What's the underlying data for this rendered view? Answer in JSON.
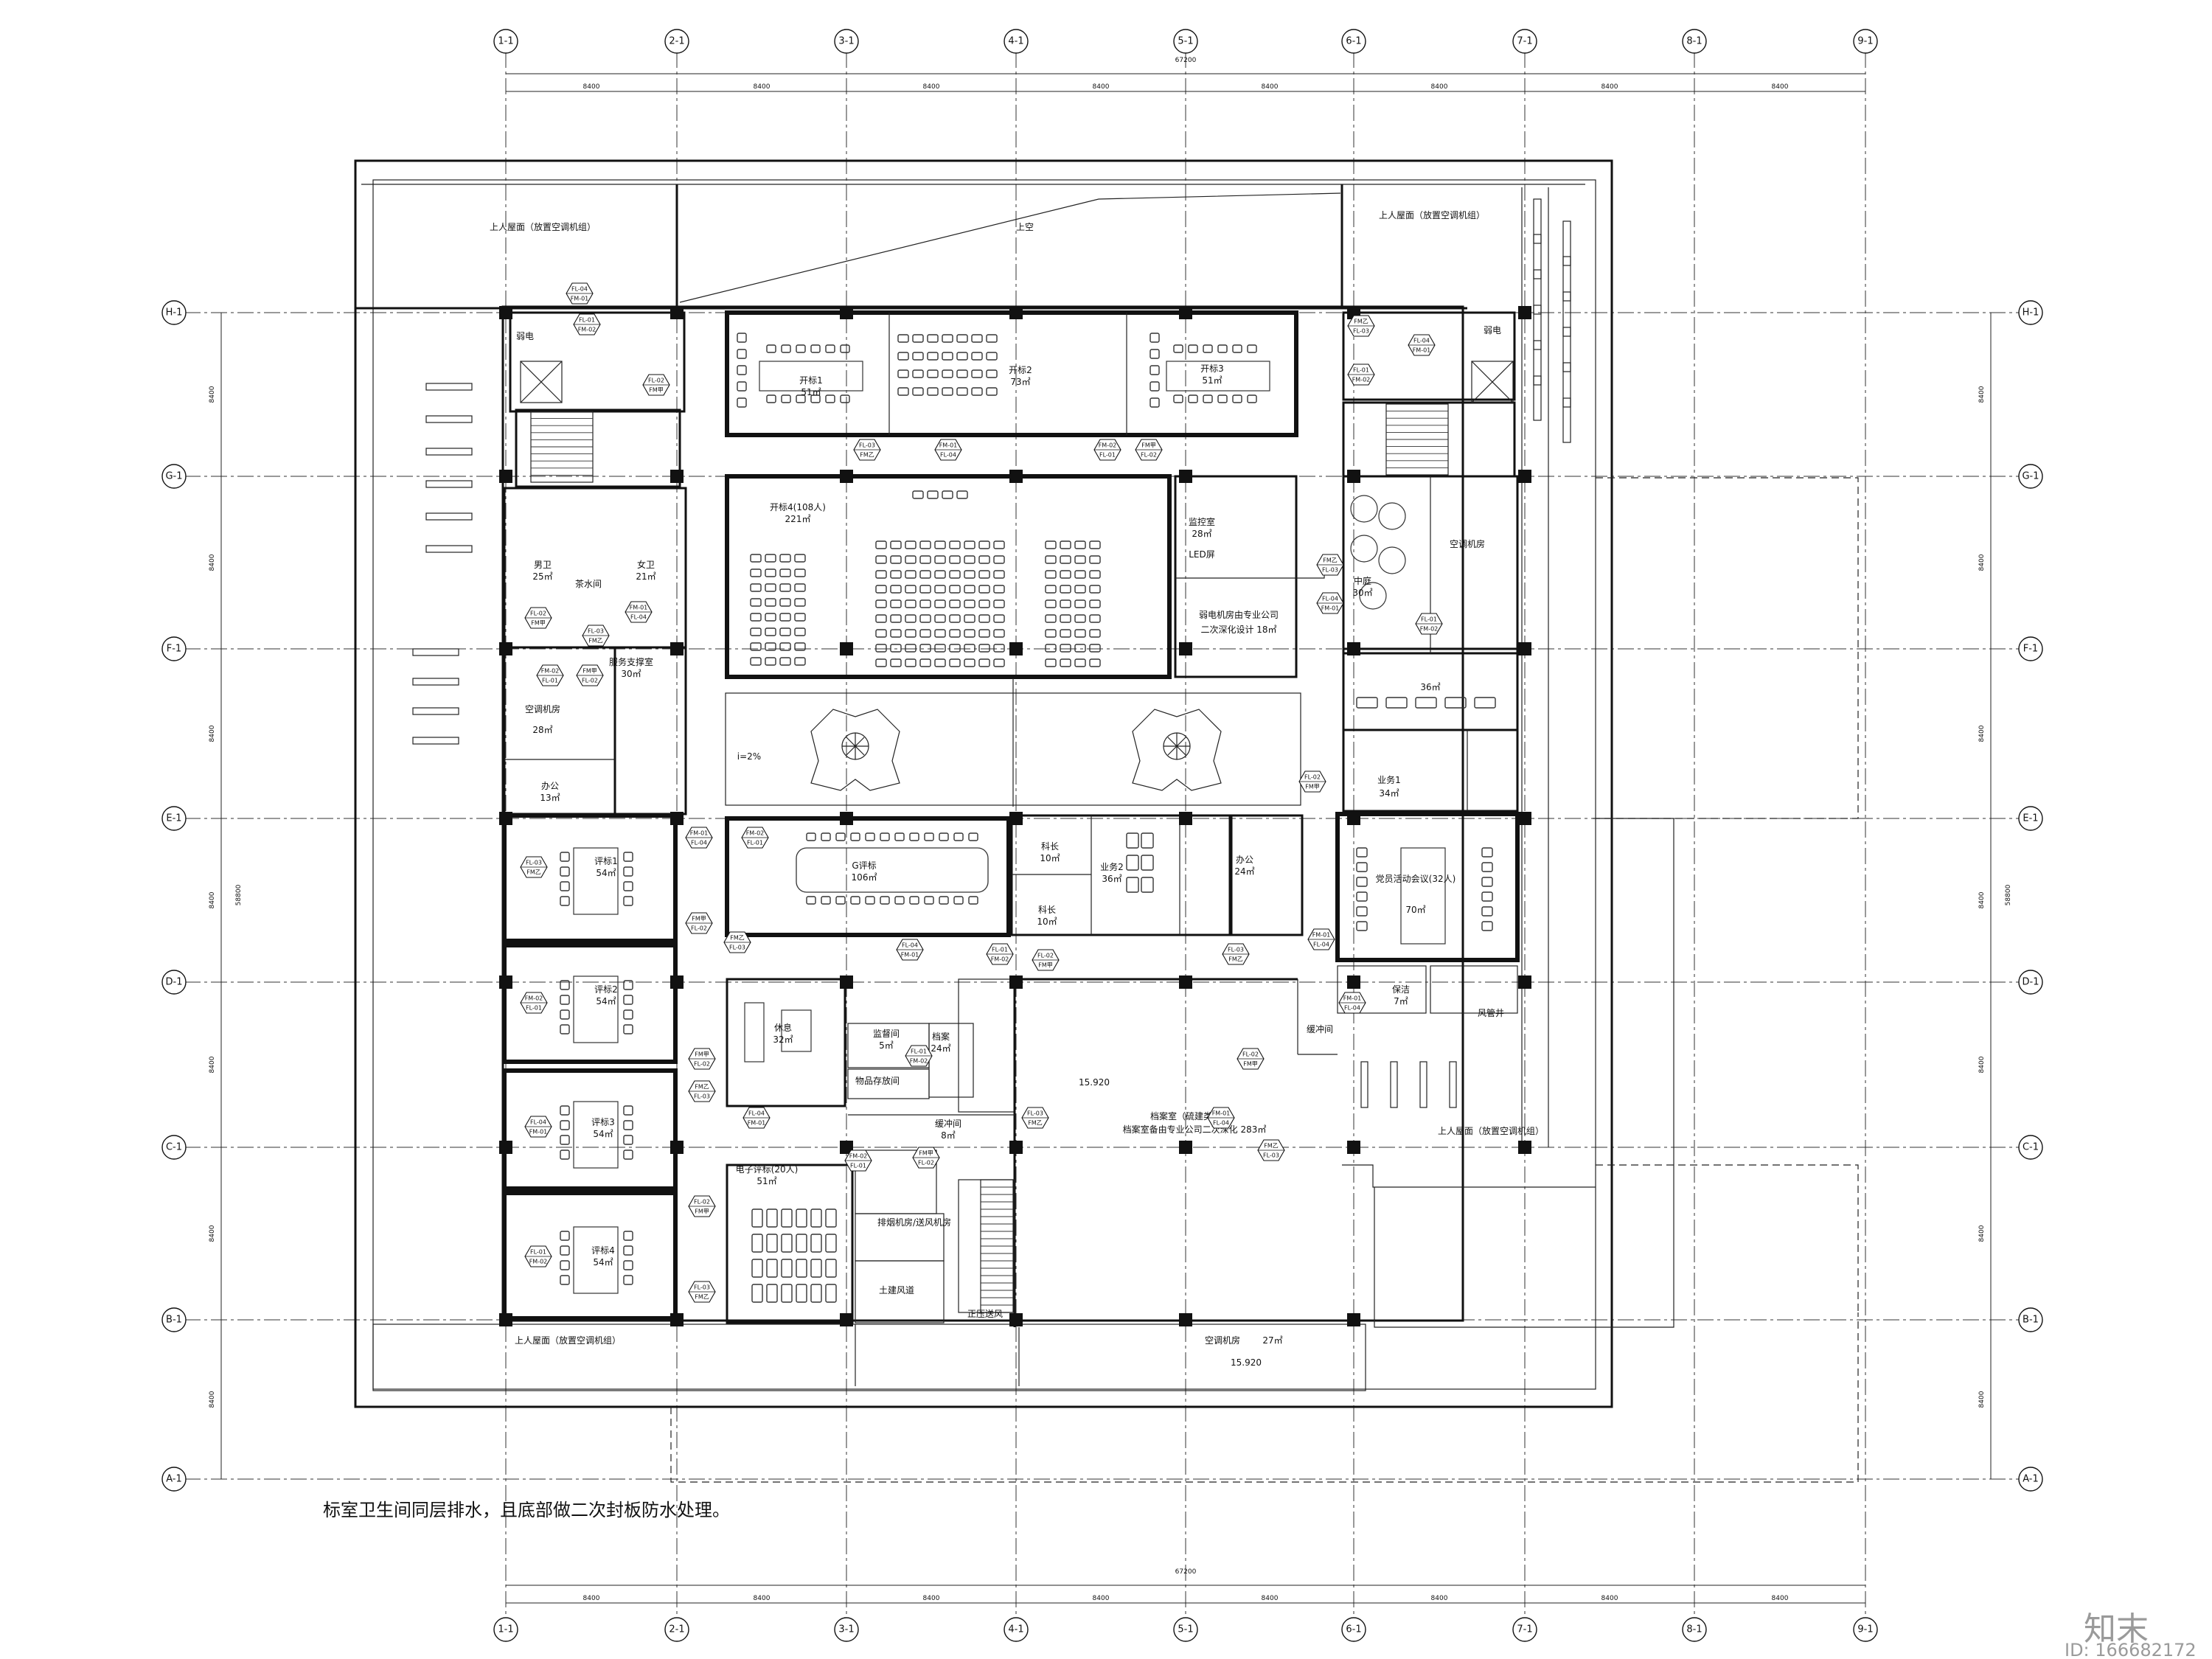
{
  "drawing": {
    "grid_x": [
      "1-1",
      "2-1",
      "3-1",
      "4-1",
      "5-1",
      "6-1",
      "7-1",
      "8-1",
      "9-1"
    ],
    "grid_y": [
      "H-1",
      "G-1",
      "F-1",
      "E-1",
      "D-1",
      "C-1",
      "B-1",
      "A-1"
    ],
    "top_total_dim": "67200",
    "bottom_total_dim": "67200",
    "bay_dims": [
      "8400",
      "8400",
      "8400",
      "8400",
      "8400",
      "8400",
      "8400",
      "8400"
    ],
    "side_dims": [
      "8400",
      "8400",
      "8400",
      "8400",
      "8400",
      "8400",
      "8400"
    ],
    "side_total_dim": "58800"
  },
  "rooms": [
    {
      "id": "roof-nw",
      "label": "上人屋面（放置空调机组）"
    },
    {
      "id": "void",
      "label": "上空"
    },
    {
      "id": "roof-ne",
      "label": "上人屋面（放置空调机组）"
    },
    {
      "id": "weak-elec-w",
      "label": "弱电"
    },
    {
      "id": "weak-elec-e",
      "label": "弱电"
    },
    {
      "id": "bid1",
      "label": "开标1",
      "area": "51㎡"
    },
    {
      "id": "bid2",
      "label": "开标2",
      "area": "73㎡"
    },
    {
      "id": "bid3",
      "label": "开标3",
      "area": "51㎡"
    },
    {
      "id": "bid4",
      "label": "开标4(108人)",
      "area": "221㎡"
    },
    {
      "id": "monitor",
      "label": "监控室",
      "area": "28㎡"
    },
    {
      "id": "led",
      "label": "LED屏"
    },
    {
      "id": "weak-room",
      "label": "弱电机房由专业公司",
      "area": "二次深化设计 18㎡"
    },
    {
      "id": "men-wc",
      "label": "男卫",
      "area": "25㎡"
    },
    {
      "id": "tea",
      "label": "茶水间"
    },
    {
      "id": "women-wc",
      "label": "女卫",
      "area": "21㎡"
    },
    {
      "id": "service",
      "label": "服务支撑室",
      "area": "30㎡"
    },
    {
      "id": "ahu-w",
      "label": "空调机房",
      "area": "28㎡"
    },
    {
      "id": "office-w",
      "label": "办公",
      "area": "13㎡"
    },
    {
      "id": "ahu-e",
      "label": "空调机房"
    },
    {
      "id": "atrium",
      "label": "中庭",
      "area": "30㎡"
    },
    {
      "id": "business1",
      "label": "业务1",
      "area": "34㎡"
    },
    {
      "id": "room-36",
      "label": "",
      "area": "36㎡"
    },
    {
      "id": "review1",
      "label": "评标1",
      "area": "54㎡"
    },
    {
      "id": "review-large",
      "label": "G评标",
      "area": "106㎡"
    },
    {
      "id": "section-chief1",
      "label": "科长",
      "area": "10㎡"
    },
    {
      "id": "section-chief2",
      "label": "科长",
      "area": "10㎡"
    },
    {
      "id": "business2",
      "label": "业务2",
      "area": "36㎡"
    },
    {
      "id": "office-c",
      "label": "办公",
      "area": "24㎡"
    },
    {
      "id": "meeting",
      "label": "党员活动会议(32人)",
      "area": "70㎡"
    },
    {
      "id": "review2",
      "label": "评标2",
      "area": "54㎡"
    },
    {
      "id": "lounge",
      "label": "休息",
      "area": "32㎡"
    },
    {
      "id": "supervise",
      "label": "监督间",
      "area": "5㎡"
    },
    {
      "id": "archive-small",
      "label": "档案",
      "area": "24㎡"
    },
    {
      "id": "storage",
      "label": "物品存放间"
    },
    {
      "id": "buffer1",
      "label": "缓冲间"
    },
    {
      "id": "buffer2",
      "label": "缓冲间",
      "area": "8㎡"
    },
    {
      "id": "archive",
      "label": "档案室（硫建类）",
      "area": "档案室备由专业公司二次深化 283㎡"
    },
    {
      "id": "elevation",
      "label": "15.920"
    },
    {
      "id": "elevation2",
      "label": "15.920"
    },
    {
      "id": "review3",
      "label": "评标3",
      "area": "54㎡"
    },
    {
      "id": "eval-room",
      "label": "电子评标(20人)",
      "area": "51㎡"
    },
    {
      "id": "review4",
      "label": "评标4",
      "area": "54㎡"
    },
    {
      "id": "smoke",
      "label": "排烟机房/送风机房"
    },
    {
      "id": "civil",
      "label": "土建风道"
    },
    {
      "id": "pressure",
      "label": "正压送风"
    },
    {
      "id": "ahu-s",
      "label": "空调机房",
      "area": "27㎡"
    },
    {
      "id": "roof-sw",
      "label": "上人屋面（放置空调机组）"
    },
    {
      "id": "roof-se",
      "label": "上人屋面（放置空调机组）"
    },
    {
      "id": "duct",
      "label": "风管井"
    },
    {
      "id": "nurse",
      "label": "保洁",
      "area": "7㎡"
    },
    {
      "id": "slope",
      "label": "i=2%"
    }
  ],
  "tags": [
    "FL-04",
    "FL-01",
    "FL-02",
    "FL-03",
    "FM-01",
    "FM-02",
    "FM甲",
    "FM乙"
  ],
  "note": "标室卫生间同层排水，且底部做二次封板防水处理。",
  "watermark": {
    "brand": "知末",
    "id": "ID: 166682172"
  }
}
